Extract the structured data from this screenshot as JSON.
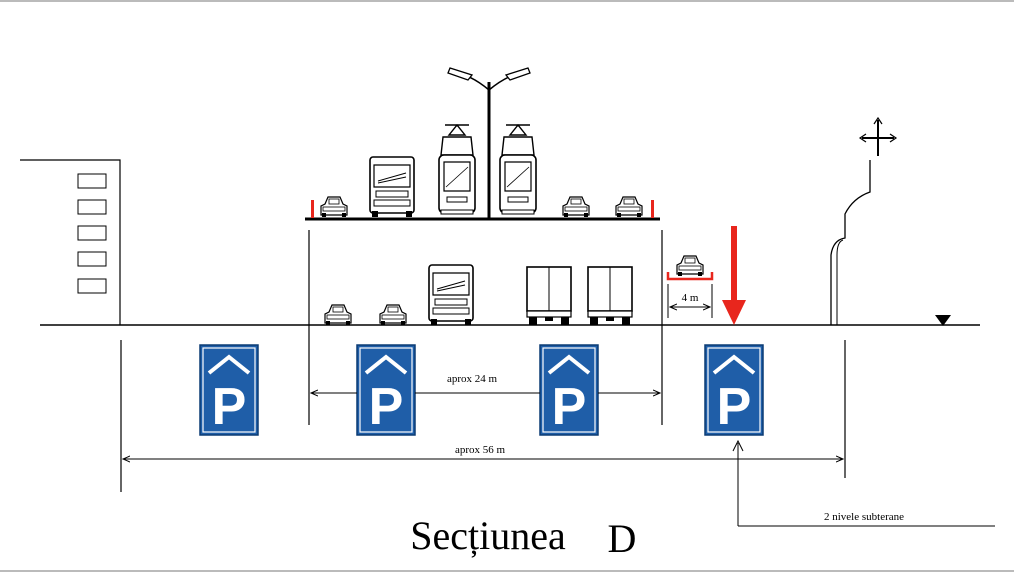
{
  "title": {
    "main": "Secțiunea",
    "letter": "D"
  },
  "dimensions": {
    "inner_width": "aprox 24 m",
    "outer_width": "aprox 56 m",
    "lane_width": "4 m"
  },
  "callout": "2 nivele subterane",
  "parking_sign": {
    "letter": "P",
    "color": "#1f5ea8",
    "count": 4
  },
  "colors": {
    "arrow": "#e8261d",
    "barrier": "#e8261d",
    "line": "#000000"
  },
  "icons": [
    "parking-sign-icon",
    "street-lamp-icon",
    "tram-icon",
    "bus-icon",
    "car-icon",
    "truck-icon",
    "church-cross-icon",
    "level-marker-icon",
    "down-arrow-icon"
  ]
}
